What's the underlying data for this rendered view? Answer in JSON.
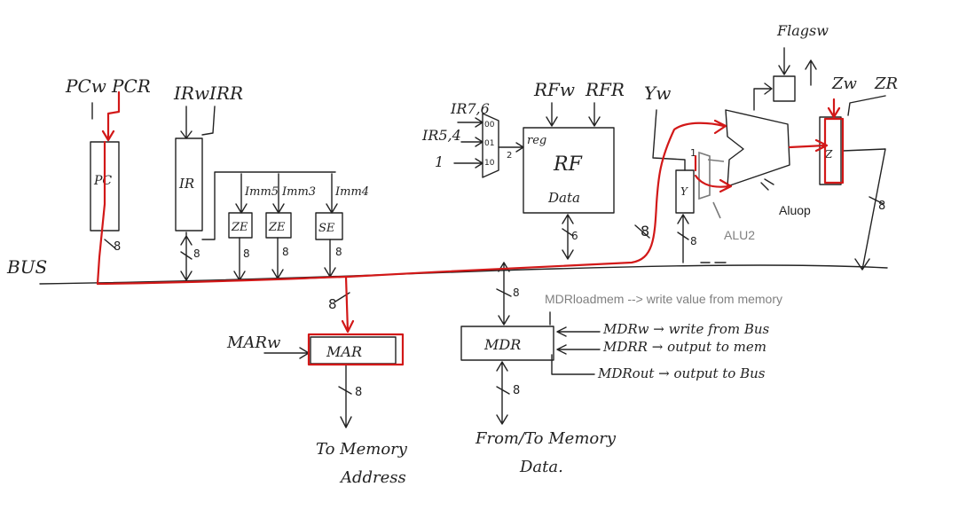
{
  "labels": {
    "pcw": "PCw",
    "pcr": "PCR",
    "pc": "PC",
    "irw": "IRw",
    "irr": "IRR",
    "ir": "IR",
    "imm5": "Imm5",
    "imm3": "Imm3",
    "imm4": "Imm4",
    "ze1": "ZE",
    "ze2": "ZE",
    "se": "SE",
    "bus": "BUS",
    "ir76": "IR7,6",
    "ir54": "IR5,4",
    "one": "1",
    "mux00": "00",
    "mux01": "01",
    "mux10": "10",
    "mux_sel": "2",
    "reg": "reg",
    "rfw": "RFw",
    "rfr": "RFR",
    "rf_title": "RF",
    "rf_data": "Data",
    "yw": "Yw",
    "y": "Y",
    "y_one": "1",
    "flagsw": "Flagsw",
    "zw": "Zw",
    "zr": "ZR",
    "z": "Z",
    "aluop": "Aluop",
    "alu2": "ALU2",
    "marw": "MARw",
    "mar": "MAR",
    "mdr": "MDR",
    "mdrloadmem_note": "MDRloadmem --> write value from memory",
    "mdrw_line": "MDRw → write from Bus",
    "mdrr_line": "MDRR → output to mem",
    "mdrout_line": "MDRout → output to Bus",
    "to_mem_addr_1": "To Memory",
    "to_mem_addr_2": "Address",
    "from_to_mem_1": "From/To Memory",
    "from_to_mem_2": "Data.",
    "w8": "8",
    "w6": "6"
  },
  "colors": {
    "ink": "#222222",
    "active_path": "#d21818",
    "note_gray": "#808080"
  }
}
